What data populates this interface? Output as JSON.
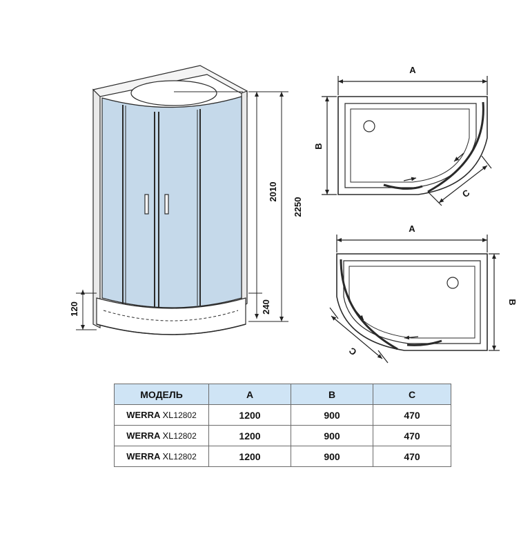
{
  "front_view": {
    "dim_height_total": "2250",
    "dim_height_cabin": "2010",
    "dim_height_tray": "240",
    "dim_height_base": "120"
  },
  "plan_right": {
    "dim_a": "A",
    "dim_b": "B",
    "dim_c": "C"
  },
  "plan_left": {
    "dim_a": "A",
    "dim_b": "B",
    "dim_c": "C"
  },
  "table": {
    "headers": {
      "model": "МОДЕЛЬ",
      "a": "A",
      "b": "B",
      "c": "C"
    },
    "rows": [
      {
        "brand": "WERRA",
        "series": "XL",
        "code": "12802",
        "a": "1200",
        "b": "900",
        "c": "470"
      },
      {
        "brand": "WERRA",
        "series": "XL",
        "code": "12802",
        "a": "1200",
        "b": "900",
        "c": "470"
      },
      {
        "brand": "WERRA",
        "series": "XL",
        "code": "12802",
        "a": "1200",
        "b": "900",
        "c": "470"
      }
    ]
  },
  "colors": {
    "glass": "#c5d9ea",
    "header_fill": "#cfe4f5",
    "line": "#2a2a2a"
  }
}
